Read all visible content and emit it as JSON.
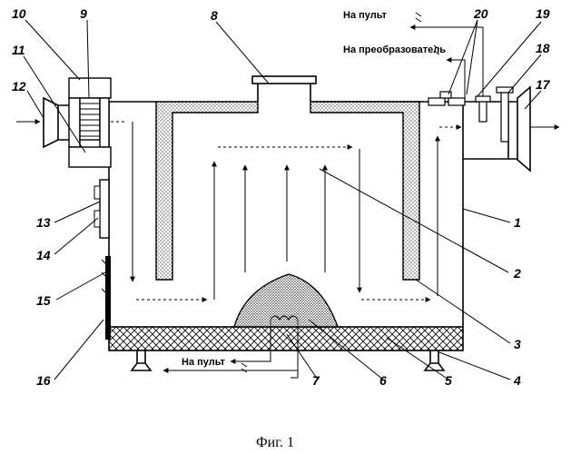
{
  "diagram": {
    "caption": "Фиг. 1",
    "annotations": {
      "to_console_top": "На пульт",
      "to_converter": "На преобразователь",
      "to_console_bottom": "На пульт"
    },
    "part_numbers": [
      "1",
      "2",
      "3",
      "4",
      "5",
      "6",
      "7",
      "8",
      "9",
      "10",
      "11",
      "12",
      "13",
      "14",
      "15",
      "16",
      "17",
      "18",
      "19",
      "20"
    ],
    "colors": {
      "stroke": "#000000",
      "background": "#ffffff",
      "stipple": "#b0b0b0"
    }
  }
}
